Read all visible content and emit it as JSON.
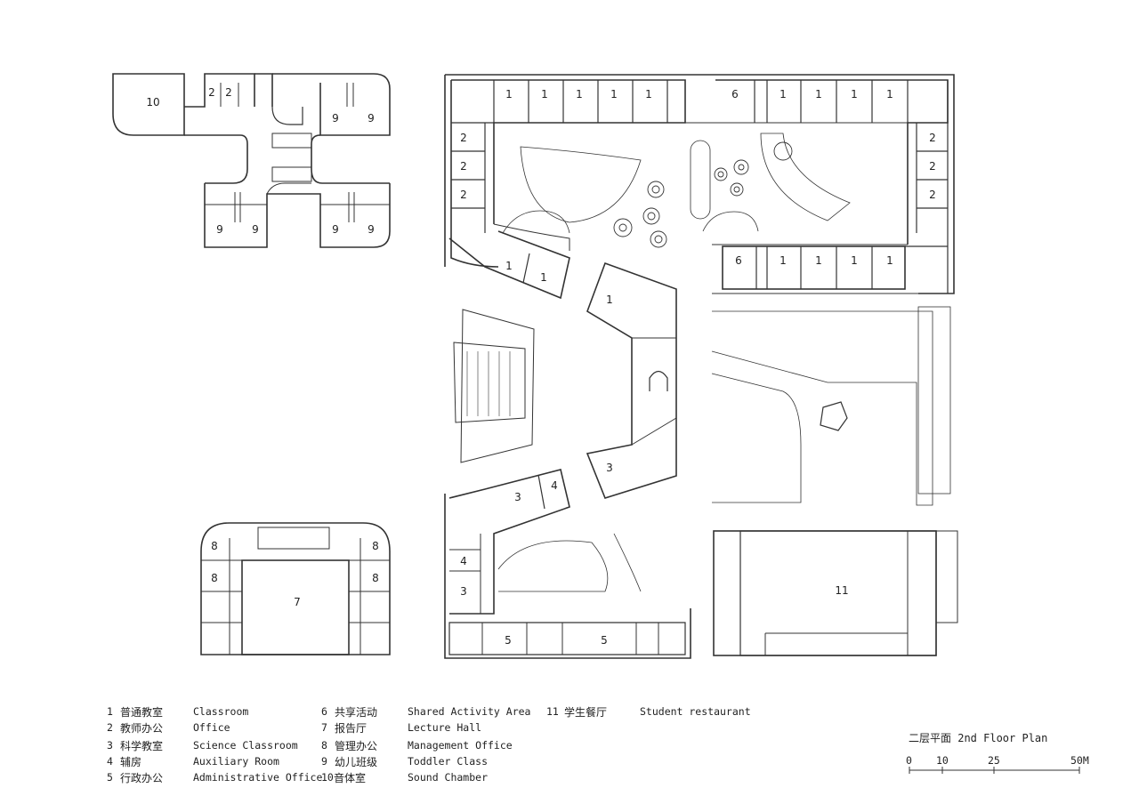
{
  "room_numbers": {
    "ten": "10",
    "two": "2",
    "nine": "9",
    "one": "1",
    "six": "6",
    "three": "3",
    "four": "4",
    "five": "5",
    "seven": "7",
    "eight": "8",
    "eleven": "11"
  },
  "legend": [
    {
      "num": "1",
      "zh": "普通教室",
      "en": "Classroom"
    },
    {
      "num": "2",
      "zh": "教师办公",
      "en": "Office"
    },
    {
      "num": "3",
      "zh": "科学教室",
      "en": "Science Classroom"
    },
    {
      "num": "4",
      "zh": "辅房",
      "en": "Auxiliary Room"
    },
    {
      "num": "5",
      "zh": "行政办公",
      "en": "Administrative Office"
    },
    {
      "num": "6",
      "zh": "共享活动",
      "en": "Shared Activity Area"
    },
    {
      "num": "7",
      "zh": "报告厅",
      "en": "Lecture Hall"
    },
    {
      "num": "8",
      "zh": "管理办公",
      "en": "Management Office"
    },
    {
      "num": "9",
      "zh": "幼儿班级",
      "en": "Toddler Class"
    },
    {
      "num": "10",
      "zh": "音体室",
      "en": "Sound Chamber"
    },
    {
      "num": "11",
      "zh": "学生餐厅",
      "en": "Student restaurant"
    }
  ],
  "plan_title": "二层平面 2nd Floor Plan",
  "scale_bar": {
    "labels": [
      "0",
      "10",
      "25",
      "50M"
    ]
  }
}
